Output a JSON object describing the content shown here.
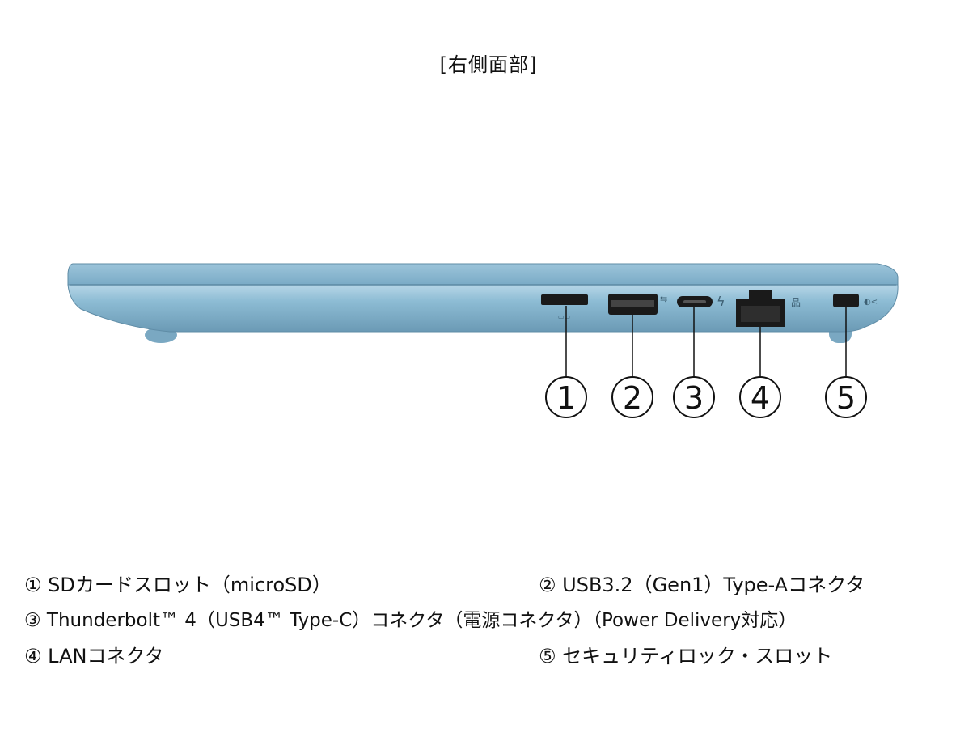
{
  "title": "[右側面部]",
  "callouts": [
    "1",
    "2",
    "3",
    "4",
    "5"
  ],
  "legend": {
    "item1": "① SDカードスロット（microSD）",
    "item2": "② USB3.2（Gen1）Type-Aコネクタ",
    "item3": "③ Thunderbolt™ 4（USB4™ Type-C）コネクタ（電源コネクタ）（Power Delivery対応）",
    "item4": "④ LANコネクタ",
    "item5": "⑤ セキュリティロック・スロット"
  },
  "colors": {
    "body": "#7fb1cc",
    "body_dark": "#5e8ea9",
    "body_light": "#a8cde0",
    "port": "#1a1a1a",
    "line": "#111111"
  }
}
